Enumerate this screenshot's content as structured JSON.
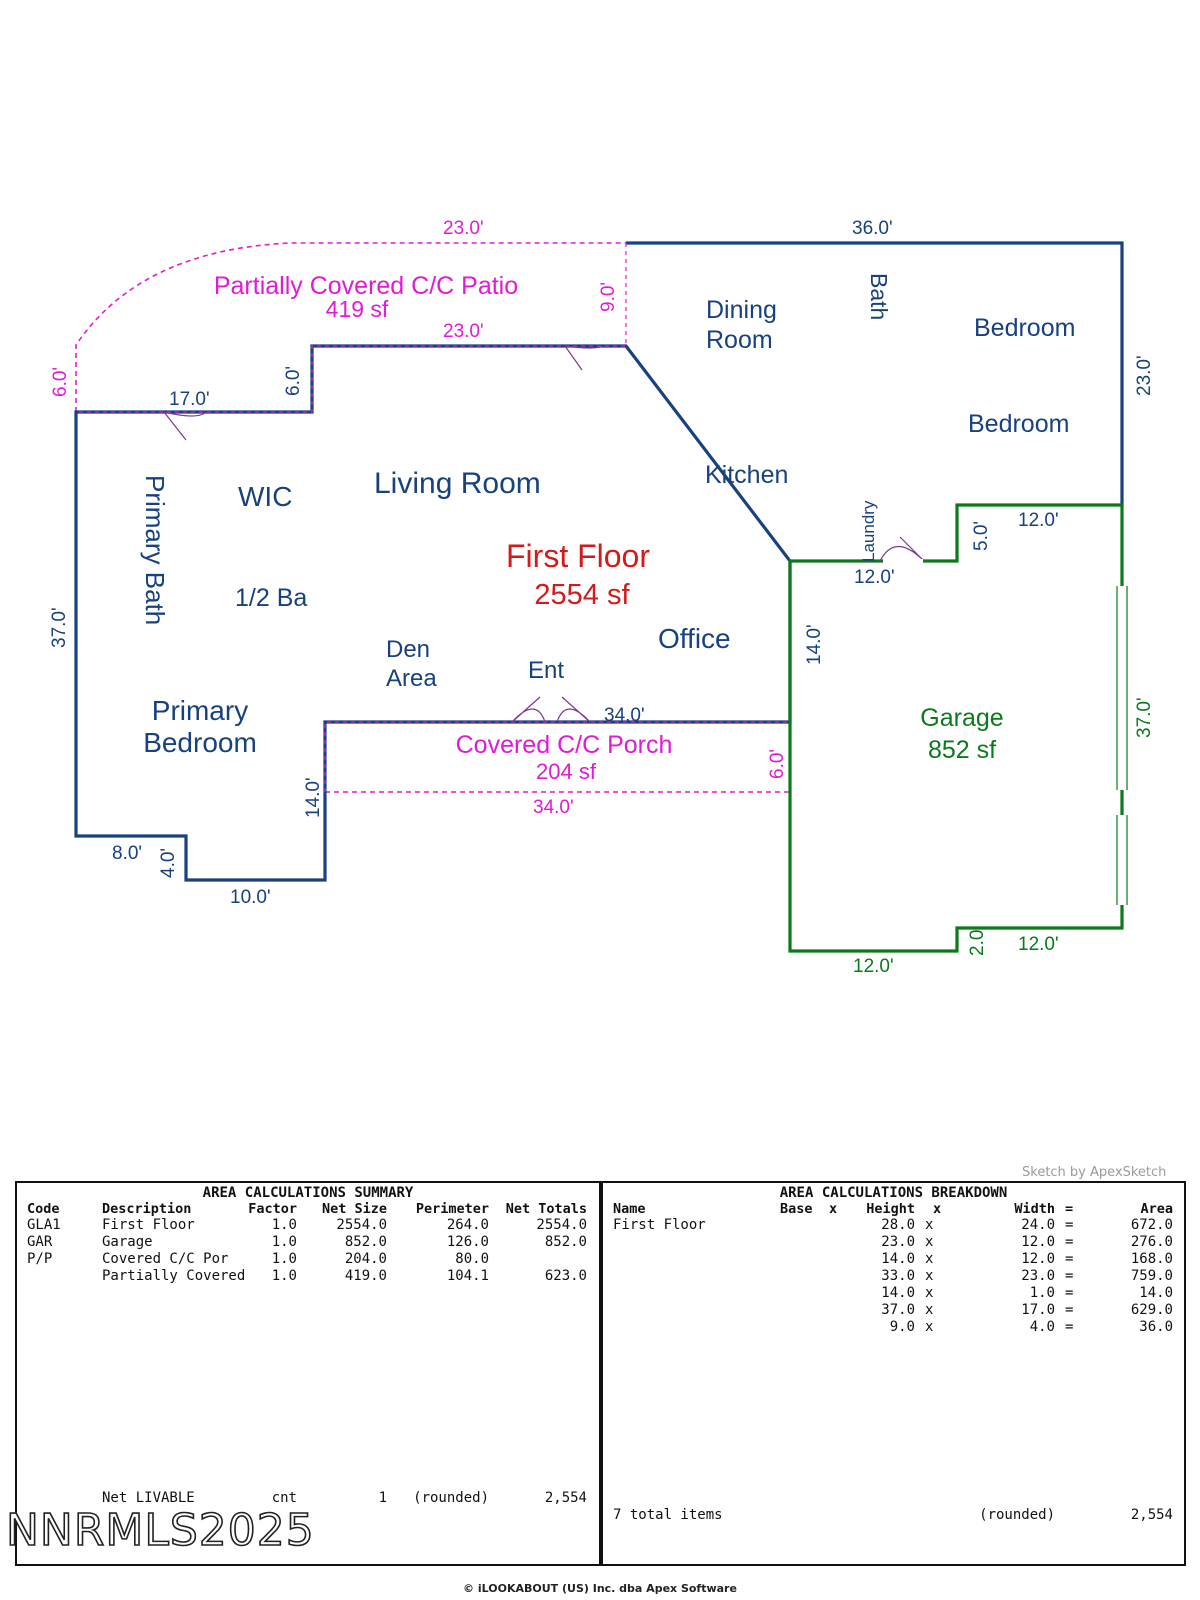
{
  "plan": {
    "gla_color": "#17417f",
    "garage_color": "#0a7a1a",
    "porch_color": "#e21ad6",
    "total_color": "#d21b1b",
    "title": "First Floor",
    "area": "2554 sf",
    "rooms": {
      "dining": "Dining\nRoom",
      "bath": "Bath",
      "bedroom1": "Bedroom",
      "bedroom2": "Bedroom",
      "wic": "WIC",
      "living": "Living Room",
      "kitchen": "Kitchen",
      "laundry": "Laundry",
      "primary_bath": "Primary Bath",
      "half_bath": "1/2 Ba",
      "den": "Den\nArea",
      "ent": "Ent",
      "office": "Office",
      "primary_bedroom": "Primary\nBedroom"
    },
    "patio": {
      "name": "Partially Covered C/C Patio",
      "area": "419 sf"
    },
    "porch": {
      "name": "Covered C/C Porch",
      "area": "204 sf"
    },
    "garage": {
      "name": "Garage",
      "area": "852 sf"
    },
    "dims": {
      "d_top_patio": "23.0'",
      "d_top_main": "36.0'",
      "d_patio_step": "9.0'",
      "d_patio_mid": "23.0'",
      "d_patio_left": "6.0'",
      "d_step6": "6.0'",
      "d_17": "17.0'",
      "d_right23": "23.0'",
      "d_gar_top": "12.0'",
      "d_laundry_5": "5.0'",
      "d_laundry_12": "12.0'",
      "d_14_office": "14.0'",
      "d_left37": "37.0'",
      "d_porch_top": "34.0'",
      "d_porch_6": "6.0'",
      "d_porch_bot": "34.0'",
      "d_porch_left14": "14.0'",
      "d_8": "8.0'",
      "d_4": "4.0'",
      "d_10": "10.0'",
      "d_gar37": "37.0'",
      "d_gar_2": "2.0'",
      "d_gar_12r": "12.0'",
      "d_gar_12b": "12.0'"
    }
  },
  "credit": "Sketch by ApexSketch",
  "summary": {
    "title": "AREA CALCULATIONS SUMMARY",
    "headers": [
      "Code",
      "Description",
      "Factor",
      "Net Size",
      "Perimeter",
      "Net Totals"
    ],
    "rows": [
      [
        "GLA1",
        "First Floor",
        "1.0",
        "2554.0",
        "264.0",
        "2554.0"
      ],
      [
        "GAR",
        "Garage",
        "1.0",
        "852.0",
        "126.0",
        "852.0"
      ],
      [
        "P/P",
        "Covered C/C Por",
        "1.0",
        "204.0",
        "80.0",
        ""
      ],
      [
        "",
        "Partially Covered",
        "1.0",
        "419.0",
        "104.1",
        "623.0"
      ]
    ],
    "footer": [
      "Net LIVABLE",
      "cnt",
      "1",
      "(rounded)",
      "2,554"
    ]
  },
  "breakdown": {
    "title": "AREA CALCULATIONS BREAKDOWN",
    "headers": [
      "Name",
      "Base",
      "x",
      "Height",
      "x",
      "Width",
      "=",
      "Area"
    ],
    "name": "First Floor",
    "rows": [
      [
        "28.0",
        "x",
        "24.0",
        "=",
        "672.0"
      ],
      [
        "23.0",
        "x",
        "12.0",
        "=",
        "276.0"
      ],
      [
        "14.0",
        "x",
        "12.0",
        "=",
        "168.0"
      ],
      [
        "33.0",
        "x",
        "23.0",
        "=",
        "759.0"
      ],
      [
        "14.0",
        "x",
        "1.0",
        "=",
        "14.0"
      ],
      [
        "37.0",
        "x",
        "17.0",
        "=",
        "629.0"
      ],
      [
        "9.0",
        "x",
        "4.0",
        "=",
        "36.0"
      ]
    ],
    "footer": [
      "7 total items",
      "(rounded)",
      "2,554"
    ]
  },
  "watermark": "NNRMLS2025",
  "copyright": "© iLOOKABOUT (US) Inc. dba Apex Software"
}
